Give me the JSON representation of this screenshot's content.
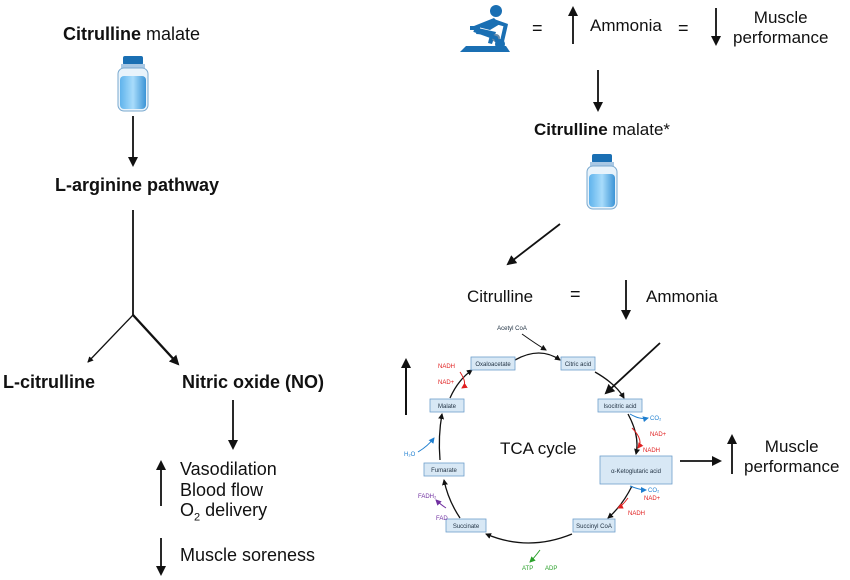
{
  "left": {
    "citrulline_malate": {
      "bold": "Citrulline",
      "rest": " malate"
    },
    "pathway": "L-arginine pathway",
    "l_citrulline": "L-citrulline",
    "nitric_oxide": "Nitric oxide (NO)",
    "effects_up": [
      "Vasodilation",
      "Blood flow"
    ],
    "o2_delivery": {
      "o": "O",
      "sub": "2",
      "rest": " delivery"
    },
    "effects_down": "Muscle soreness"
  },
  "right": {
    "equals": "=",
    "ammonia": "Ammonia",
    "muscle_performance": [
      "Muscle",
      "performance"
    ],
    "citrulline_malate": {
      "bold": "Citrulline",
      "rest": " malate*"
    },
    "citrulline": "Citrulline",
    "ammonia2": "Ammonia",
    "muscle_performance2": [
      "Muscle",
      "performance"
    ]
  },
  "tca": {
    "center_label": "TCA cycle",
    "acetyl_coa": "Acetyl CoA",
    "nodes": [
      "Oxaloacetate",
      "Citric acid",
      "Isocitric acid",
      "α-Ketoglutaric acid",
      "Succinyl CoA",
      "Succinate",
      "Fumarate",
      "Malate"
    ],
    "cofactors": {
      "nadh_top": "NADH",
      "nad_top": "NAD+",
      "co2_1": "CO₂",
      "nad_iso": "NAD+",
      "nadh_iso": "NADH",
      "co2_2": "CO₂",
      "nad_akg": "NAD+",
      "nadh_akg": "NADH",
      "atp": "ATP",
      "adp": "ADP",
      "fadh2": "FADH₂",
      "fad": "FAD",
      "h2o": "H₂O"
    }
  },
  "colors": {
    "node_fill": "#d8e8f5",
    "node_stroke": "#6e9fcc",
    "nadh": "#e02020",
    "co2": "#1f7fd0",
    "atp": "#2aa02a",
    "fad": "#7030a0",
    "icon": "#1a6fb3"
  }
}
